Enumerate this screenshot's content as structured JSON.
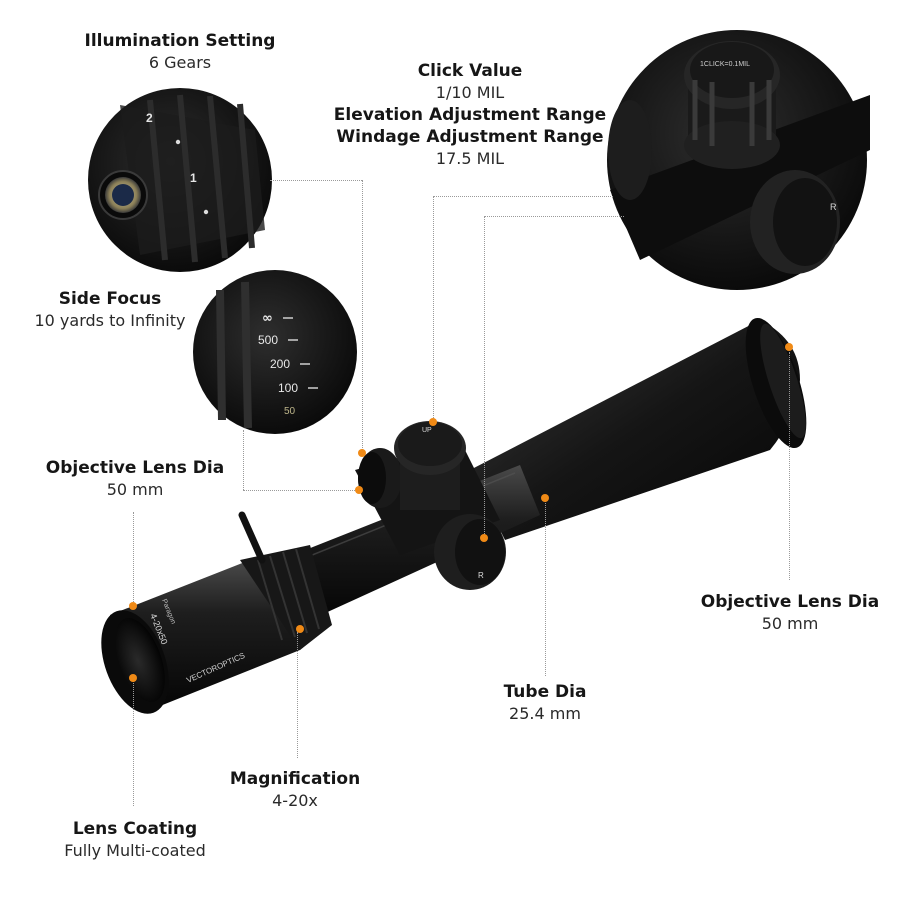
{
  "accent_color": "#f08a16",
  "brand_mark": "VECTOROPTICS",
  "model_mark": "4-20x50",
  "series_mark": "Paragon",
  "turret_marks": {
    "elevation": "UP",
    "windage": "R",
    "click_label": "1CLICK=0.1MIL"
  },
  "focus_marks": [
    "∞",
    "500",
    "200",
    "100",
    "50"
  ],
  "illum_marks": [
    "2",
    "1"
  ],
  "specs": {
    "illumination": {
      "title": "Illumination Setting",
      "value": "6 Gears"
    },
    "click": {
      "title": "Click Value",
      "value": "1/10 MIL",
      "title2": "Elevation Adjustment Range",
      "title3": "Windage Adjustment Range",
      "value2": "17.5 MIL"
    },
    "side_focus": {
      "title": "Side Focus",
      "value": "10 yards to Infinity"
    },
    "objective_left": {
      "title": "Objective Lens Dia",
      "value": "50 mm"
    },
    "objective_right": {
      "title": "Objective Lens Dia",
      "value": "50 mm"
    },
    "tube": {
      "title": "Tube Dia",
      "value": "25.4 mm"
    },
    "magnification": {
      "title": "Magnification",
      "value": "4-20x"
    },
    "coating": {
      "title": "Lens Coating",
      "value": "Fully Multi-coated"
    }
  }
}
